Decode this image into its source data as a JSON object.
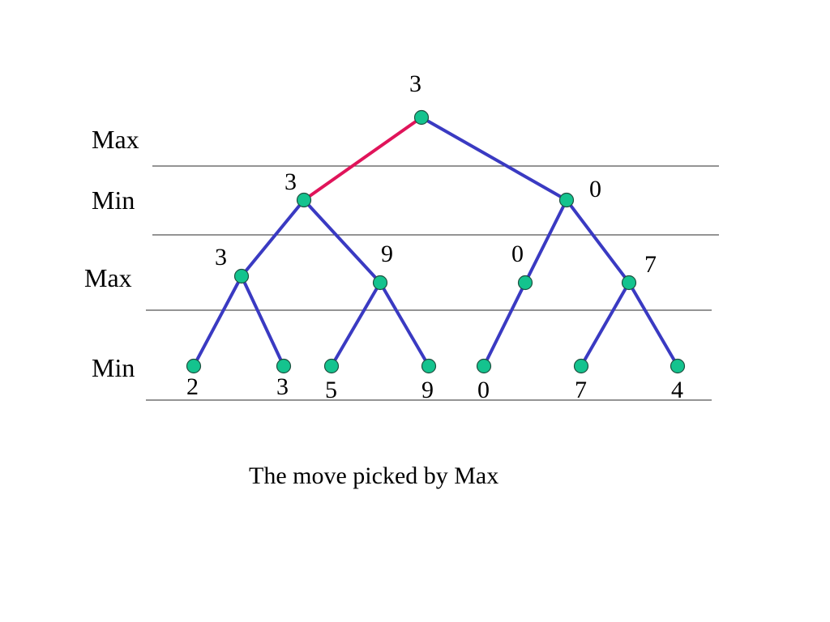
{
  "levels": {
    "l1": "Max",
    "l2": "Min",
    "l3": "Max",
    "l4": "Min"
  },
  "values": {
    "root": "3",
    "min_left": "3",
    "min_right": "0",
    "max_1": "3",
    "max_2": "9",
    "max_3": "0",
    "max_4": "7",
    "leaf_1": "2",
    "leaf_2": "3",
    "leaf_3": "5",
    "leaf_4": "9",
    "leaf_5": "0",
    "leaf_6": "7",
    "leaf_7": "4"
  },
  "caption": "The move picked by Max",
  "colors": {
    "edge": "#3a3ac2",
    "chosen_edge": "#e0145a",
    "node_fill": "#14c38e",
    "separator": "#555555"
  }
}
